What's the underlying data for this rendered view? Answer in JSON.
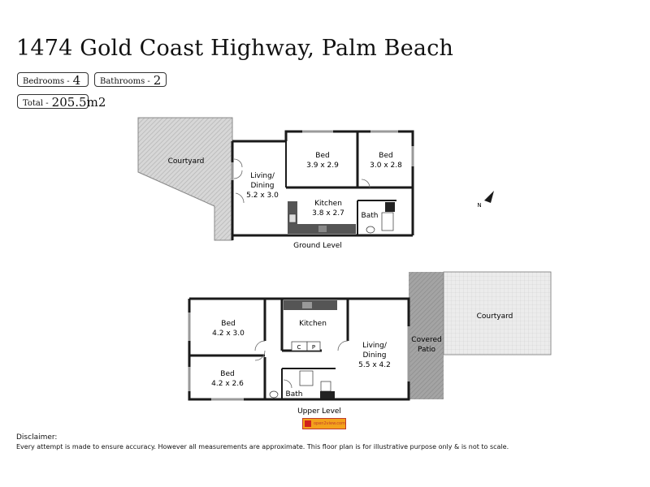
{
  "title": "1474 Gold Coast Highway, Palm Beach",
  "stats": {
    "bedrooms_label": "Bedrooms -",
    "bedrooms": "4",
    "bathrooms_label": "Bathrooms -",
    "bathrooms": "2",
    "total_label": "Total -",
    "total": "205.5m2"
  },
  "ground": {
    "level": "Ground Level",
    "courtyard": "Courtyard",
    "living_l1": "Living/",
    "living_l2": "Dining",
    "living_dim": "5.2 x 3.0",
    "bed1": "Bed",
    "bed1_dim": "3.9 x 2.9",
    "bed2": "Bed",
    "bed2_dim": "3.0 x 2.8",
    "kitchen": "Kitchen",
    "kitchen_dim": "3.8 x 2.7",
    "bath": "Bath",
    "north": "N"
  },
  "upper": {
    "level": "Upper Level",
    "bed1": "Bed",
    "bed1_dim": "4.2 x 3.0",
    "bed2": "Bed",
    "bed2_dim": "4.2 x 2.6",
    "kitchen": "Kitchen",
    "c": "C",
    "p": "P",
    "living_l1": "Living/",
    "living_l2": "Dining",
    "living_dim": "5.5 x 4.2",
    "bath": "Bath",
    "patio_l1": "Covered",
    "patio_l2": "Patio",
    "courtyard": "Courtyard"
  },
  "logo_text": "open2view.com",
  "disclaimer": {
    "heading": "Disclaimer:",
    "text": "Every attempt is made to ensure accuracy. However all measurements are approximate. This floor plan is for illustrative purpose only & is not to scale."
  },
  "colors": {
    "wall": "#1a1a1a",
    "hatch": "#a8a8a8",
    "patio": "#9a9a9a",
    "logo": "#f3a21b"
  }
}
